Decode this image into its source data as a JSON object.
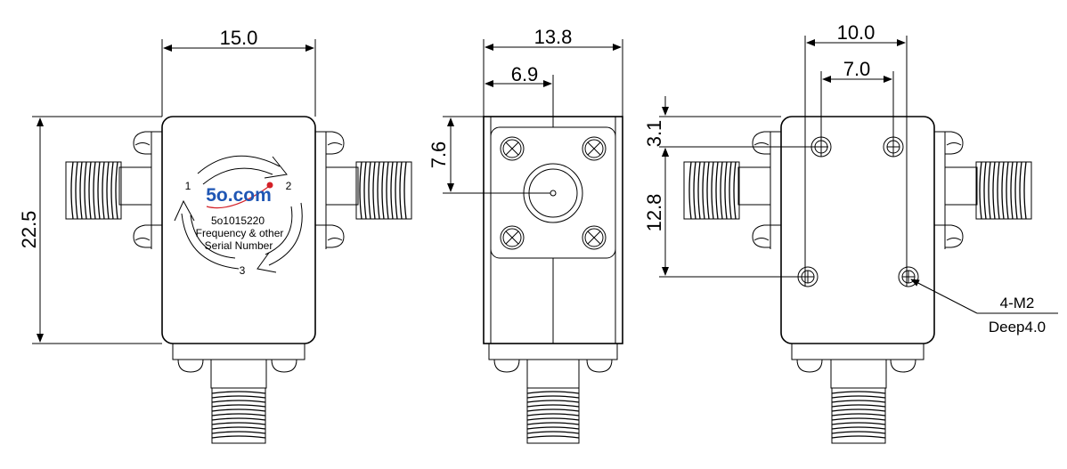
{
  "drawing": {
    "front": {
      "dim_width": "15.0",
      "dim_height": "22.5",
      "brand": "5o.com",
      "model": "5o1015220",
      "line2": "Frequency & other",
      "line3": "Serial Number",
      "port1": "1",
      "port2": "2",
      "port3": "3"
    },
    "side": {
      "dim_width": "13.8",
      "dim_half": "6.9",
      "dim_offset": "7.6"
    },
    "back": {
      "dim_holes_outer": "10.0",
      "dim_holes_inner": "7.0",
      "dim_top": "3.1",
      "dim_vertical": "12.8",
      "callout_line1": "4-M2",
      "callout_line2": "Deep4.0"
    },
    "colors": {
      "brand_blue": "#1f56b4",
      "swirl_red": "#d42027",
      "ink": "#000000"
    }
  }
}
